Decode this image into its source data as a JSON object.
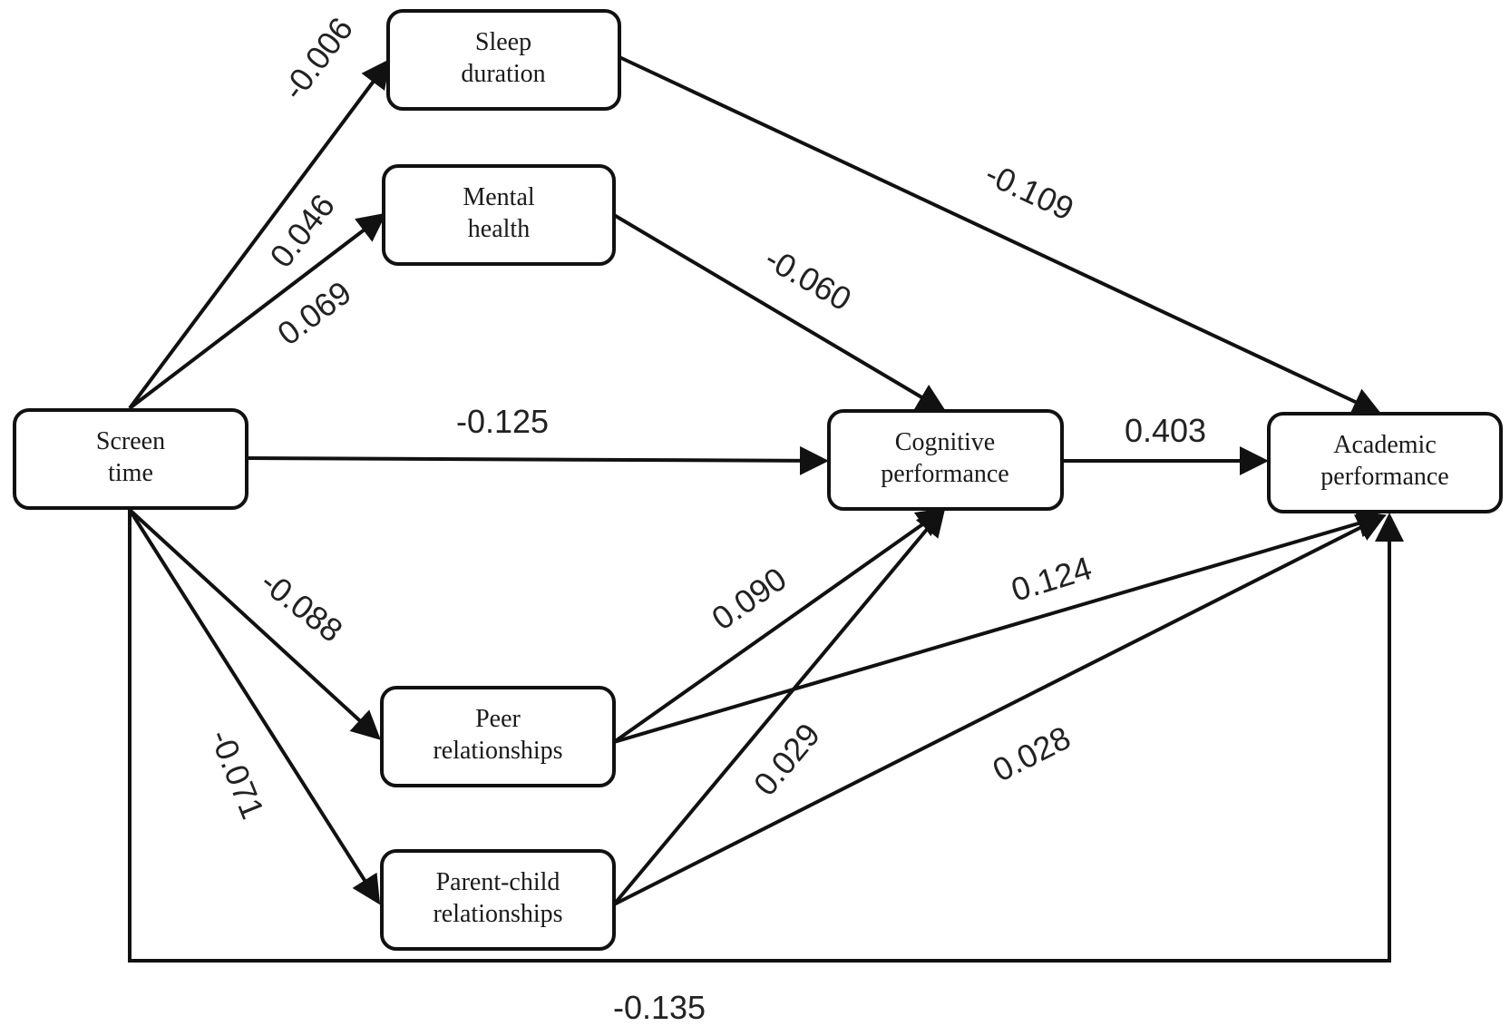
{
  "nodes": {
    "screen_time": {
      "line1": "Screen",
      "line2": "time"
    },
    "sleep_duration": {
      "line1": "Sleep",
      "line2": "duration"
    },
    "mental_health": {
      "line1": "Mental",
      "line2": "health"
    },
    "cognitive_performance": {
      "line1": "Cognitive",
      "line2": "performance"
    },
    "academic_performance": {
      "line1": "Academic",
      "line2": "performance"
    },
    "peer_relationships": {
      "line1": "Peer",
      "line2": "relationships"
    },
    "parent_child_relationships": {
      "line1": "Parent-child",
      "line2": "relationships"
    }
  },
  "coefficients": {
    "screen_to_sleep": "-0.006",
    "screen_to_mental_a": "0.046",
    "screen_to_mental_b": "0.069",
    "sleep_to_academic": "-0.109",
    "mental_to_cognitive": "-0.060",
    "screen_to_cognitive": "-0.125",
    "cognitive_to_academic": "0.403",
    "screen_to_peer": "-0.088",
    "screen_to_parent": "-0.071",
    "peer_to_cognitive": "0.090",
    "peer_to_academic": "0.124",
    "parent_to_cognitive": "0.029",
    "parent_to_academic": "0.028",
    "screen_to_academic_direct": "-0.135"
  },
  "colors": {
    "stroke": "#111111",
    "text": "#1a1a1a",
    "background": "#ffffff"
  }
}
